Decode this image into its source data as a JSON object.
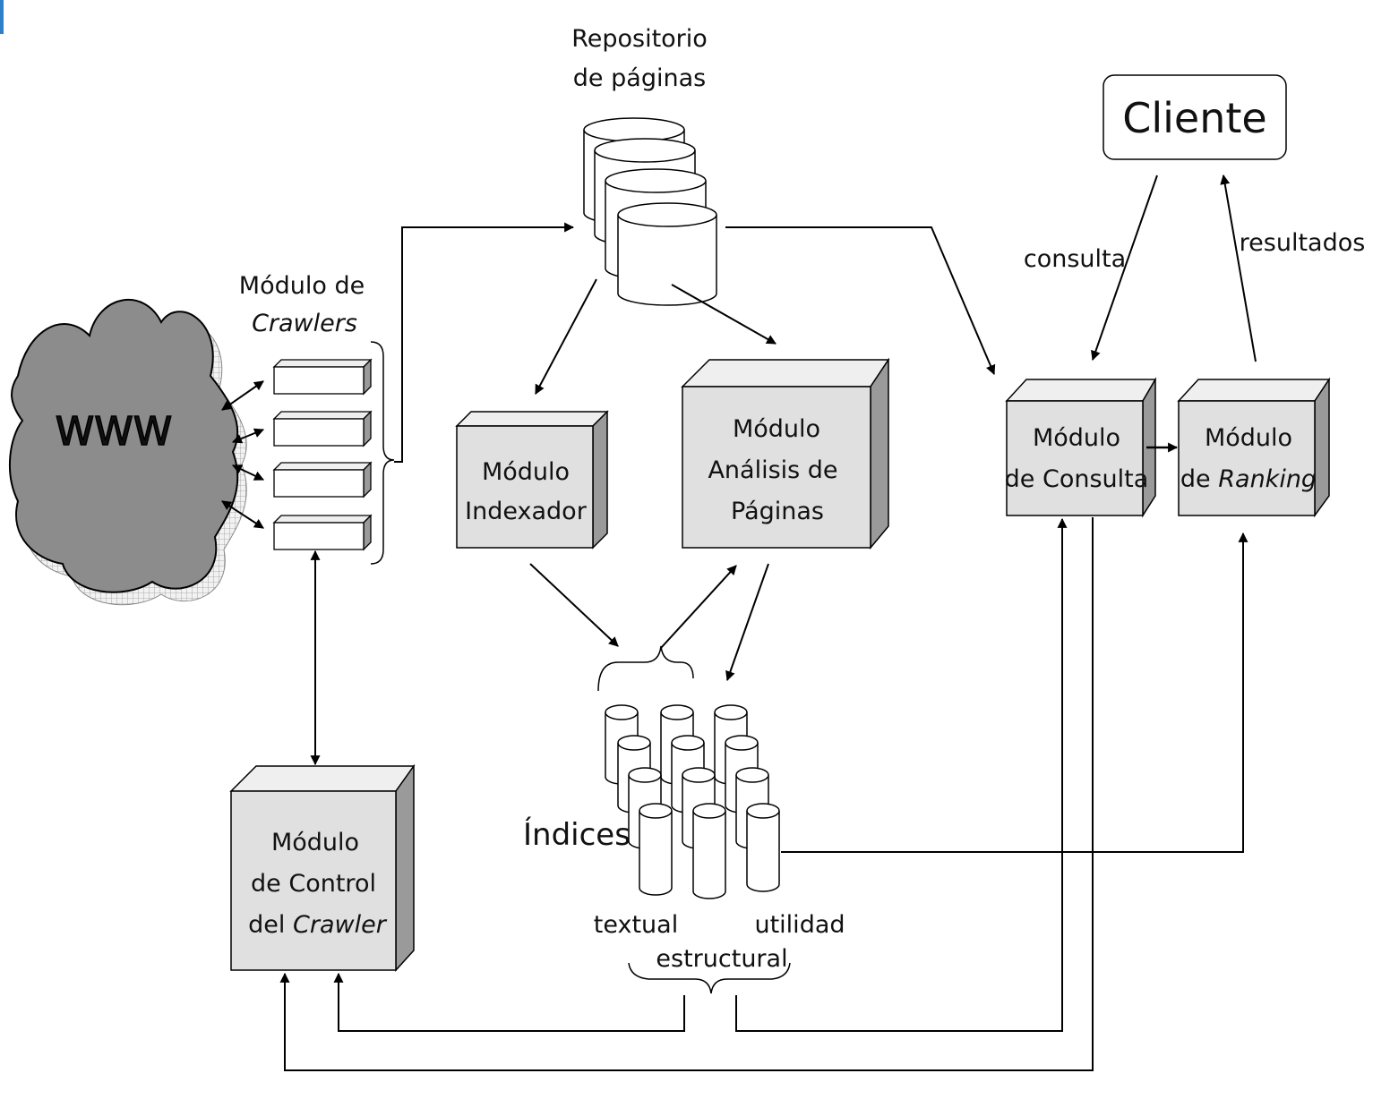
{
  "labels": {
    "repo_line1": "Repositorio",
    "repo_line2": "de páginas",
    "crawlers_line1": "Módulo de",
    "crawlers_line2": "Crawlers",
    "www": "WWW",
    "cliente": "Cliente",
    "consulta": "consulta",
    "resultados": "resultados",
    "indexador_line1": "Módulo",
    "indexador_line2": "Indexador",
    "analisis_line1": "Módulo",
    "analisis_line2": "Análisis de",
    "analisis_line3": "Páginas",
    "consulta_mod_line1": "Módulo",
    "consulta_mod_line2": "de Consulta",
    "ranking_line1": "Módulo",
    "ranking_line2_prefix": "de ",
    "ranking_line2_em": "Ranking",
    "control_line1": "Módulo",
    "control_line2": "de Control",
    "control_line3_prefix": "del ",
    "control_line3_em": "Crawler",
    "indices": "Índices",
    "textual": "textual",
    "utilidad": "utilidad",
    "estructural": "estructural"
  },
  "colors": {
    "box_front": "#e0e0e0",
    "box_top": "#efefef",
    "box_side": "#9a9a9a",
    "cloud": "#8c8c8c",
    "line": "#000000",
    "accent_edge": "#2f7fc8"
  }
}
